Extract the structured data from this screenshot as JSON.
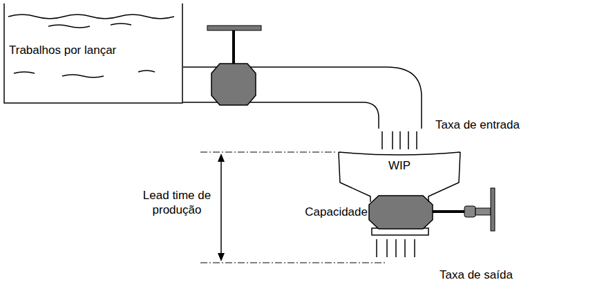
{
  "diagram": {
    "nodes": [
      {
        "text": [
          "Trabalhos por lançar"
        ]
      },
      {
        "text": [
          "WIP"
        ]
      }
    ],
    "labels": [
      "Taxa de entrada",
      "Lead time de produção",
      "Capacidade",
      "Taxa de saída"
    ]
  }
}
